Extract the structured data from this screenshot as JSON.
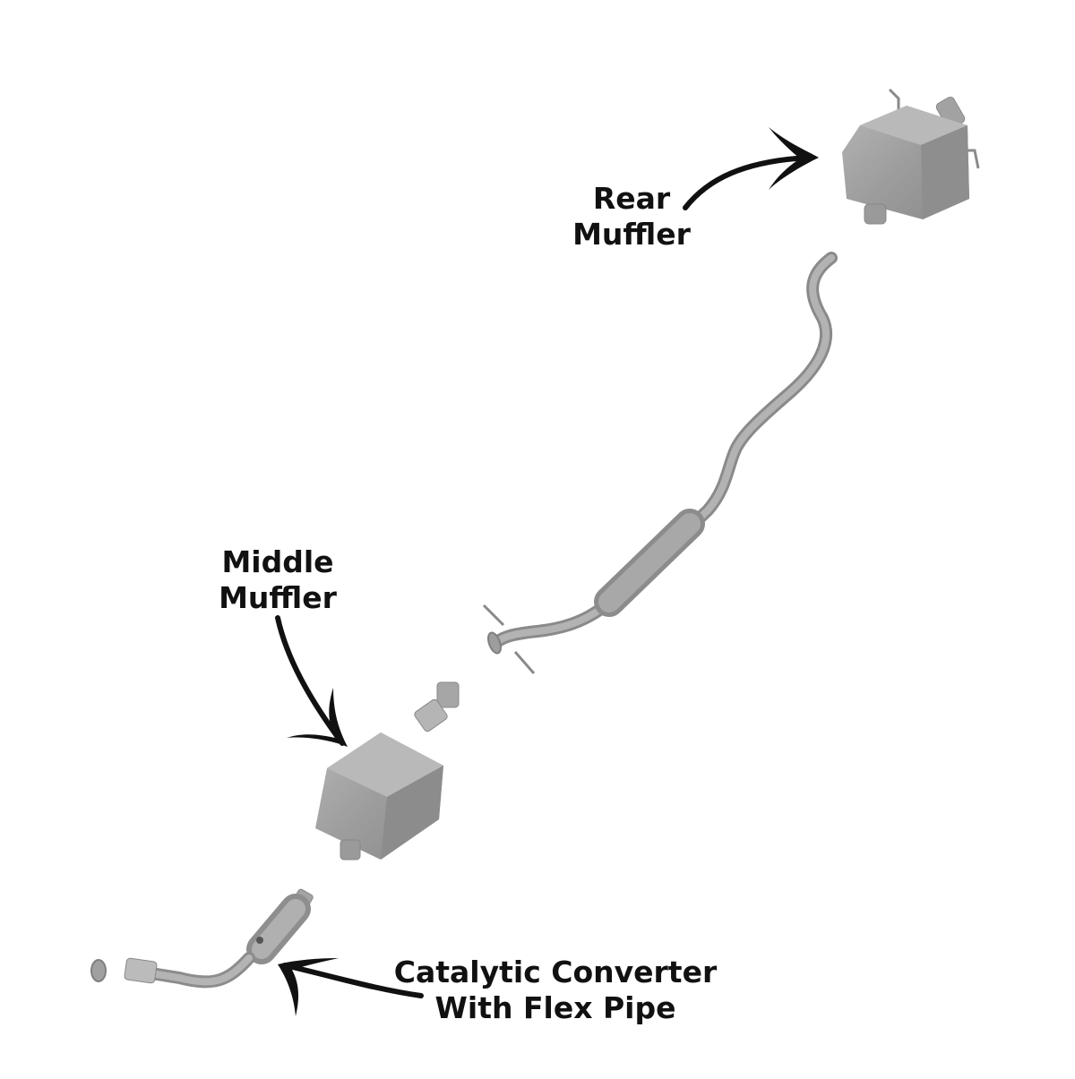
{
  "labels": {
    "rear_muffler": [
      "Rear",
      "Muffler"
    ],
    "middle_muffler": [
      "Middle",
      "Muffler"
    ],
    "catalytic_converter": [
      "Catalytic Converter",
      "With Flex Pipe"
    ]
  },
  "colors": {
    "metal": "#9a9a9a",
    "metal_dark": "#7a7a7a",
    "metal_light": "#b8b8b8",
    "arrow": "#111111",
    "text": "#111111"
  }
}
